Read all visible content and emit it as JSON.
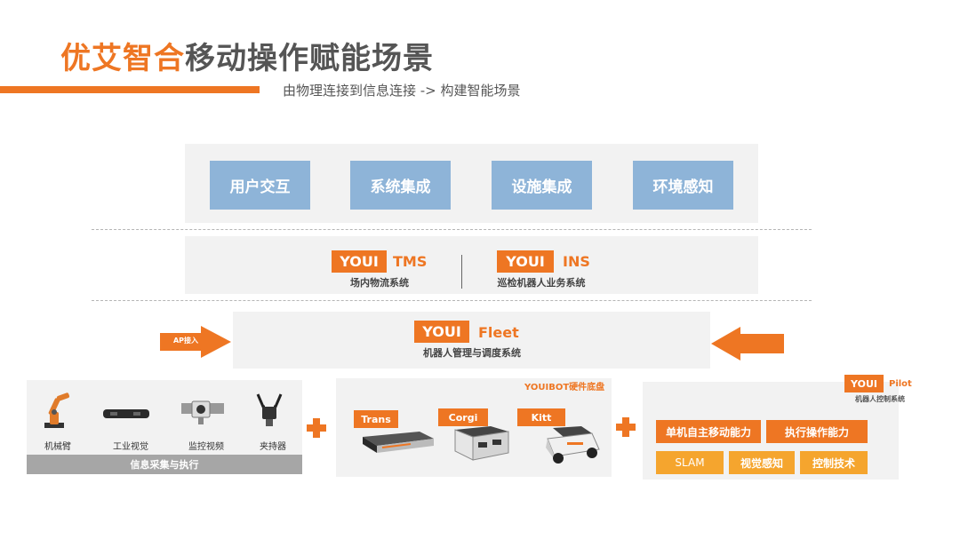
{
  "header": {
    "title_highlight": "优艾智合",
    "title_rest": "移动操作赋能场景",
    "subtitle": "由物理连接到信息连接  -> 构建智能场景"
  },
  "top_layer": {
    "items": [
      "用户交互",
      "系统集成",
      "设施集成",
      "环境感知"
    ]
  },
  "middle_layer": {
    "tms": {
      "brand": "YOUI",
      "name": "TMS",
      "desc": "场内物流系统"
    },
    "ins": {
      "brand": "YOUI",
      "name": "INS",
      "desc": "巡检机器人业务系统"
    }
  },
  "fleet": {
    "brand": "YOUI",
    "name": "Fleet",
    "desc": "机器人管理与调度系统",
    "ap_label": "AP接入"
  },
  "left_panel": {
    "devices": [
      "机械臂",
      "工业视觉",
      "监控视频",
      "夹持器"
    ],
    "footer": "信息采集与执行"
  },
  "center_panel": {
    "title": "YOUIBOT硬件底盘",
    "robots": [
      "Trans",
      "Corgi",
      "Kitt"
    ]
  },
  "right_panel": {
    "brand": "YOUI",
    "name": "Pilot",
    "desc": "机器人控制系统",
    "capabilities": [
      "单机自主移动能力",
      "执行操作能力"
    ],
    "techs": [
      "SLAM",
      "视觉感知",
      "控制技术"
    ]
  },
  "colors": {
    "accent": "#ee7623",
    "blue": "#8eb4d8",
    "panel": "#f2f2f2",
    "gold": "#f5a52e"
  }
}
